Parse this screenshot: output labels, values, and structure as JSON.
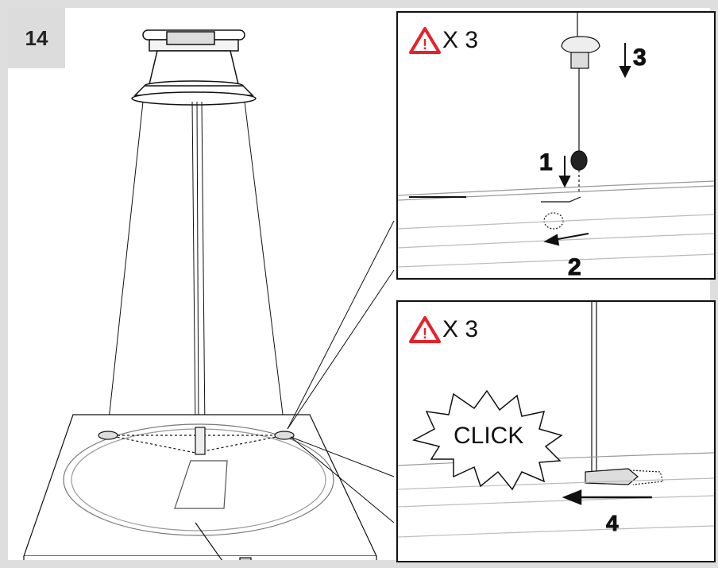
{
  "step": {
    "number": "14"
  },
  "panel_top": {
    "warning_count": "X 3",
    "labels": {
      "one": "1",
      "two": "2",
      "three": "3"
    }
  },
  "panel_bottom": {
    "warning_count": "X 3",
    "click_label": "CLICK",
    "labels": {
      "four": "4"
    }
  },
  "colors": {
    "warning_red": "#e8202a",
    "step_bg": "#dcdcdc",
    "line": "#111111"
  },
  "icons": [
    "warning-triangle-icon",
    "arrow-down-icon",
    "arrow-left-icon"
  ]
}
